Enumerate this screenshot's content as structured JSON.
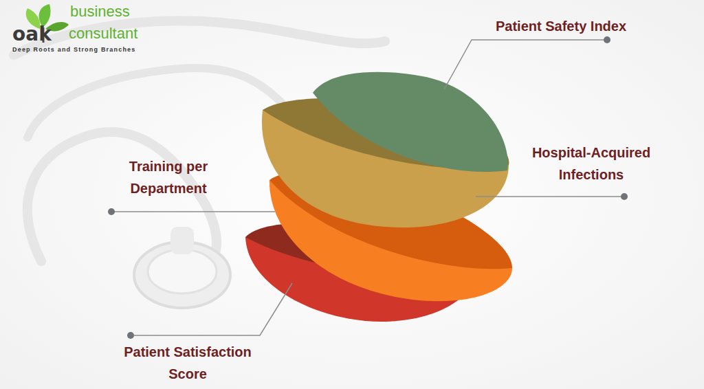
{
  "diagram": {
    "labels": [
      "oak",
      "business",
      "consultant",
      "Deep Roots and Strong Branches",
      "Patient Safety Index",
      "Hospital-Acquired Infections",
      "Training per Department",
      "Patient Satisfaction Score"
    ]
  }
}
